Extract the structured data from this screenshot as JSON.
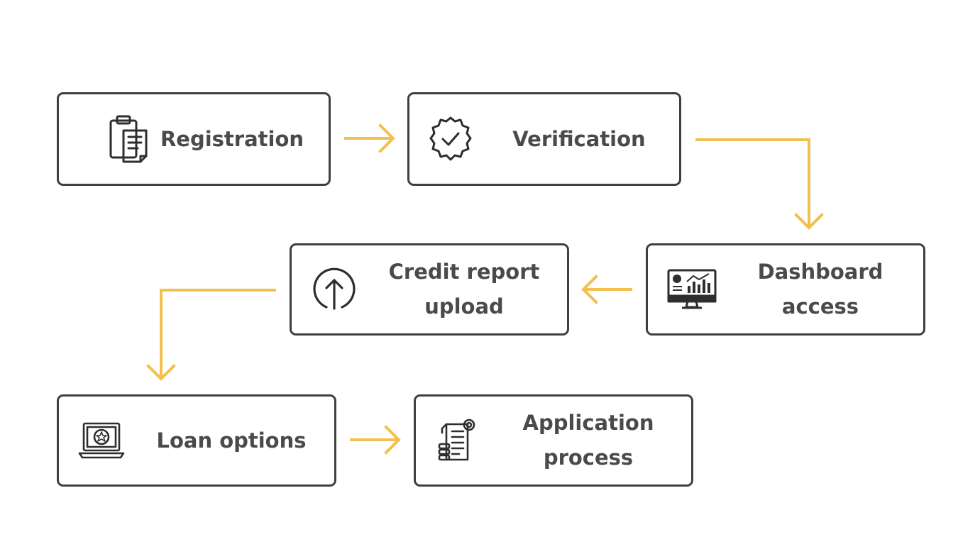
{
  "colors": {
    "border": "#3f3f3f",
    "text": "#4a4a4a",
    "arrow": "#f2c04d"
  },
  "steps": [
    {
      "id": "registration",
      "icon": "clipboard-icon",
      "lines": [
        "Registration"
      ]
    },
    {
      "id": "verification",
      "icon": "verified-badge-icon",
      "lines": [
        "Verification"
      ]
    },
    {
      "id": "dashboard-access",
      "icon": "dashboard-monitor-icon",
      "lines": [
        "Dashboard",
        "access"
      ]
    },
    {
      "id": "credit-report-upload",
      "icon": "upload-circle-icon",
      "lines": [
        "Credit report",
        "upload"
      ]
    },
    {
      "id": "loan-options",
      "icon": "laptop-star-icon",
      "lines": [
        "Loan options"
      ]
    },
    {
      "id": "application-process",
      "icon": "application-document-icon",
      "lines": [
        "Application",
        "process"
      ]
    }
  ],
  "connectors": [
    {
      "from": "registration",
      "to": "verification"
    },
    {
      "from": "verification",
      "to": "dashboard-access"
    },
    {
      "from": "dashboard-access",
      "to": "credit-report-upload"
    },
    {
      "from": "credit-report-upload",
      "to": "loan-options"
    },
    {
      "from": "loan-options",
      "to": "application-process"
    }
  ]
}
